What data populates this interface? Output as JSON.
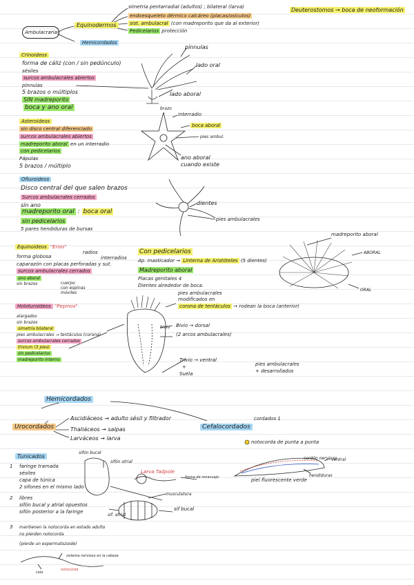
{
  "top": {
    "top_right": "Deuterostomos → boca de neoformación",
    "ambulacraria": "Ambulacraria",
    "equinodermos": "Equinodermos",
    "hemicordados_small": "Hemicordados",
    "b1": "simetría pentarradial (adultos) ; bilateral (larva)",
    "b2": "endoesqueleto dérmico calcáreo (placas/osículos)",
    "b3": "sist. ambulacral",
    "b3b": "(con madreporito que da al exterior)",
    "b4": "Pedicelarios",
    "b4b": "protección"
  },
  "crinoideos": {
    "title": "Crinoideos",
    "l1": "forma de cáliz (con / sin pedúnculo)",
    "l2": "sésiles",
    "l3": "surcos ambulacrales abiertos",
    "l4": "pínnulas",
    "l5": "5 brazos o múltiplos",
    "l6": "SIN madreporito",
    "l7": "boca y ano oral",
    "lab1": "pínnulas",
    "lab2": "lado oral",
    "lab3": "lado aboral"
  },
  "asteroideos": {
    "title": "Asteroideos",
    "l1": "sin disco central diferenciado",
    "l2": "surcos ambulacrales abiertos",
    "l3": "madreporito aboral",
    "l3b": "en un interradio",
    "l4": "con pedicelarios",
    "l5": "Pápulas",
    "l6": "5 brazos / múltiplo",
    "lab1": "brazo",
    "lab2": "interradio",
    "lab3": "boca aboral",
    "lab4": "pies ambul.",
    "lab5": "ano aboral",
    "lab6": "cuando existe"
  },
  "ofiuroideos": {
    "title": "Ofiuroideos",
    "l1": "Disco central del que salen brazos",
    "l2": "Surcos ambulacrales cerrados",
    "l3": "sin ano",
    "l4": "madreporito oral",
    "l4b": "boca oral",
    "l5": "sin pedicelarios",
    "l6": "5 pares hendiduras de bursas",
    "lab1": "dientes",
    "lab2": "pies ambulacrales"
  },
  "equinoideos": {
    "title": "Equinoideos",
    "erizo": "\"Erizo\"",
    "l1": "forma globosa",
    "l2": "caparazón con placas perforadas y sut.",
    "l3": "surcos ambulacrales cerrados",
    "l4": "ano aboral",
    "l5": "sin brazos",
    "lab_radios": "radios",
    "lab_interradios": "interradios",
    "cuerpo": "cuerpo",
    "con_espinas": "con espinas",
    "moviles": "móviles",
    "r1": "Con pedicelarios",
    "r2a": "Ap. masticador →",
    "r2b": "Linterna de Aristóteles",
    "r2c": "(5 dientes)",
    "r3": "Madreporito aboral",
    "r4": "Placas genitales 4",
    "r5": "Dientes alrededor de boca.",
    "mad_lab": "madreporito aboral",
    "aboral": "ABORAL",
    "oral": "ORAL"
  },
  "holoturoideos": {
    "title": "Holoturoideos",
    "pepino": "\"Pepinos\"",
    "l1": "alargados",
    "l2": "sin brazos",
    "l3": "simetría bilateral",
    "l4": "pies ambulacrales → tentáculos (corona)",
    "l5": "surcos ambulacrales cerrados",
    "l6": "trivium (3 pies)",
    "l7": "sin pedicelarios",
    "l8": "madreporito interno",
    "c1": "pies ambulacrales",
    "c2": "modificados en",
    "c3a": "corona de tentáculos",
    "c3b": "→ rodean la boca (anterior)",
    "c4": "Bivio → dorsal",
    "c5": "(2 arcos ambulacrales)",
    "c6": "Trivio → ventral",
    "c7": "+",
    "c8": "Suela",
    "c9": "pies ambulacrales",
    "c10": "+ desarrollados",
    "bivio": "bivio"
  },
  "hemicordados": {
    "title": "Hemicordados",
    "urocordados": "Urocordados",
    "cefalocordados": "Cefalocordados",
    "cef_note": "cordados 1",
    "a1": "Ascidiáceos → adulto sésil y filtrador",
    "a2": "Thaliáceos → salpas",
    "a3": "Larváceos → larva",
    "note_n": "notocorda de punta a punta"
  },
  "tunicados": {
    "title": "Tunicados",
    "n1": "1",
    "l1": "faringe tramada",
    "l2": "sésiles",
    "l3": "capa de túnica",
    "l4": "2 sifones en el mismo lado",
    "n2": "2",
    "l5": "libres",
    "l6": "sifón bucal y atrial opuestos",
    "l7": "sifón posterior a la faringe",
    "n3": "3",
    "l8": "mantienen la notocorda en estado adulto",
    "l9": "no pierden notocorda",
    "l10": "(pierde un espermatozoide)",
    "sifon_bucal": "sifón bucal",
    "sifon_atrial": "sifón atrial",
    "larva": "Larva Tadpole",
    "larva2": "forma de renacuajo",
    "musculatura": "musculatura",
    "sif_bucal2": "sif bucal",
    "sif_atrial2": "sif. atrial",
    "cordon": "cordón nervioso",
    "notocorda": "notocorda",
    "ventral": "ventral",
    "hendiduras": "hendiduras",
    "pez": "piel fluorescente verde",
    "cola": "cola",
    "sist": "sistema nervioso en la cabeza"
  }
}
